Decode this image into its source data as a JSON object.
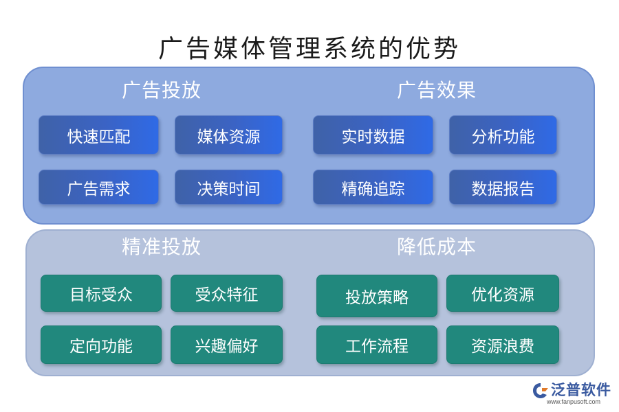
{
  "title": "广告媒体管理系统的优势",
  "sections": {
    "ad_delivery": {
      "title": "广告投放",
      "items": [
        "快速匹配",
        "媒体资源",
        "广告需求",
        "决策时间"
      ]
    },
    "ad_effect": {
      "title": "广告效果",
      "items": [
        "实时数据",
        "分析功能",
        "精确追踪",
        "数据报告"
      ]
    },
    "precise_delivery": {
      "title": "精准投放",
      "items": [
        "目标受众",
        "受众特征",
        "定向功能",
        "兴趣偏好"
      ]
    },
    "cost_reduction": {
      "title": "降低成本",
      "items": [
        "投放策略",
        "优化资源",
        "工作流程",
        "资源浪费"
      ]
    }
  },
  "logo": {
    "name": "泛普软件",
    "url": "www.fanpusoft.com"
  },
  "colors": {
    "top_panel": "#8eaadf",
    "bottom_panel": "#b5c2dc",
    "blue_button": "#3b63c4",
    "teal_button": "#21887d"
  }
}
